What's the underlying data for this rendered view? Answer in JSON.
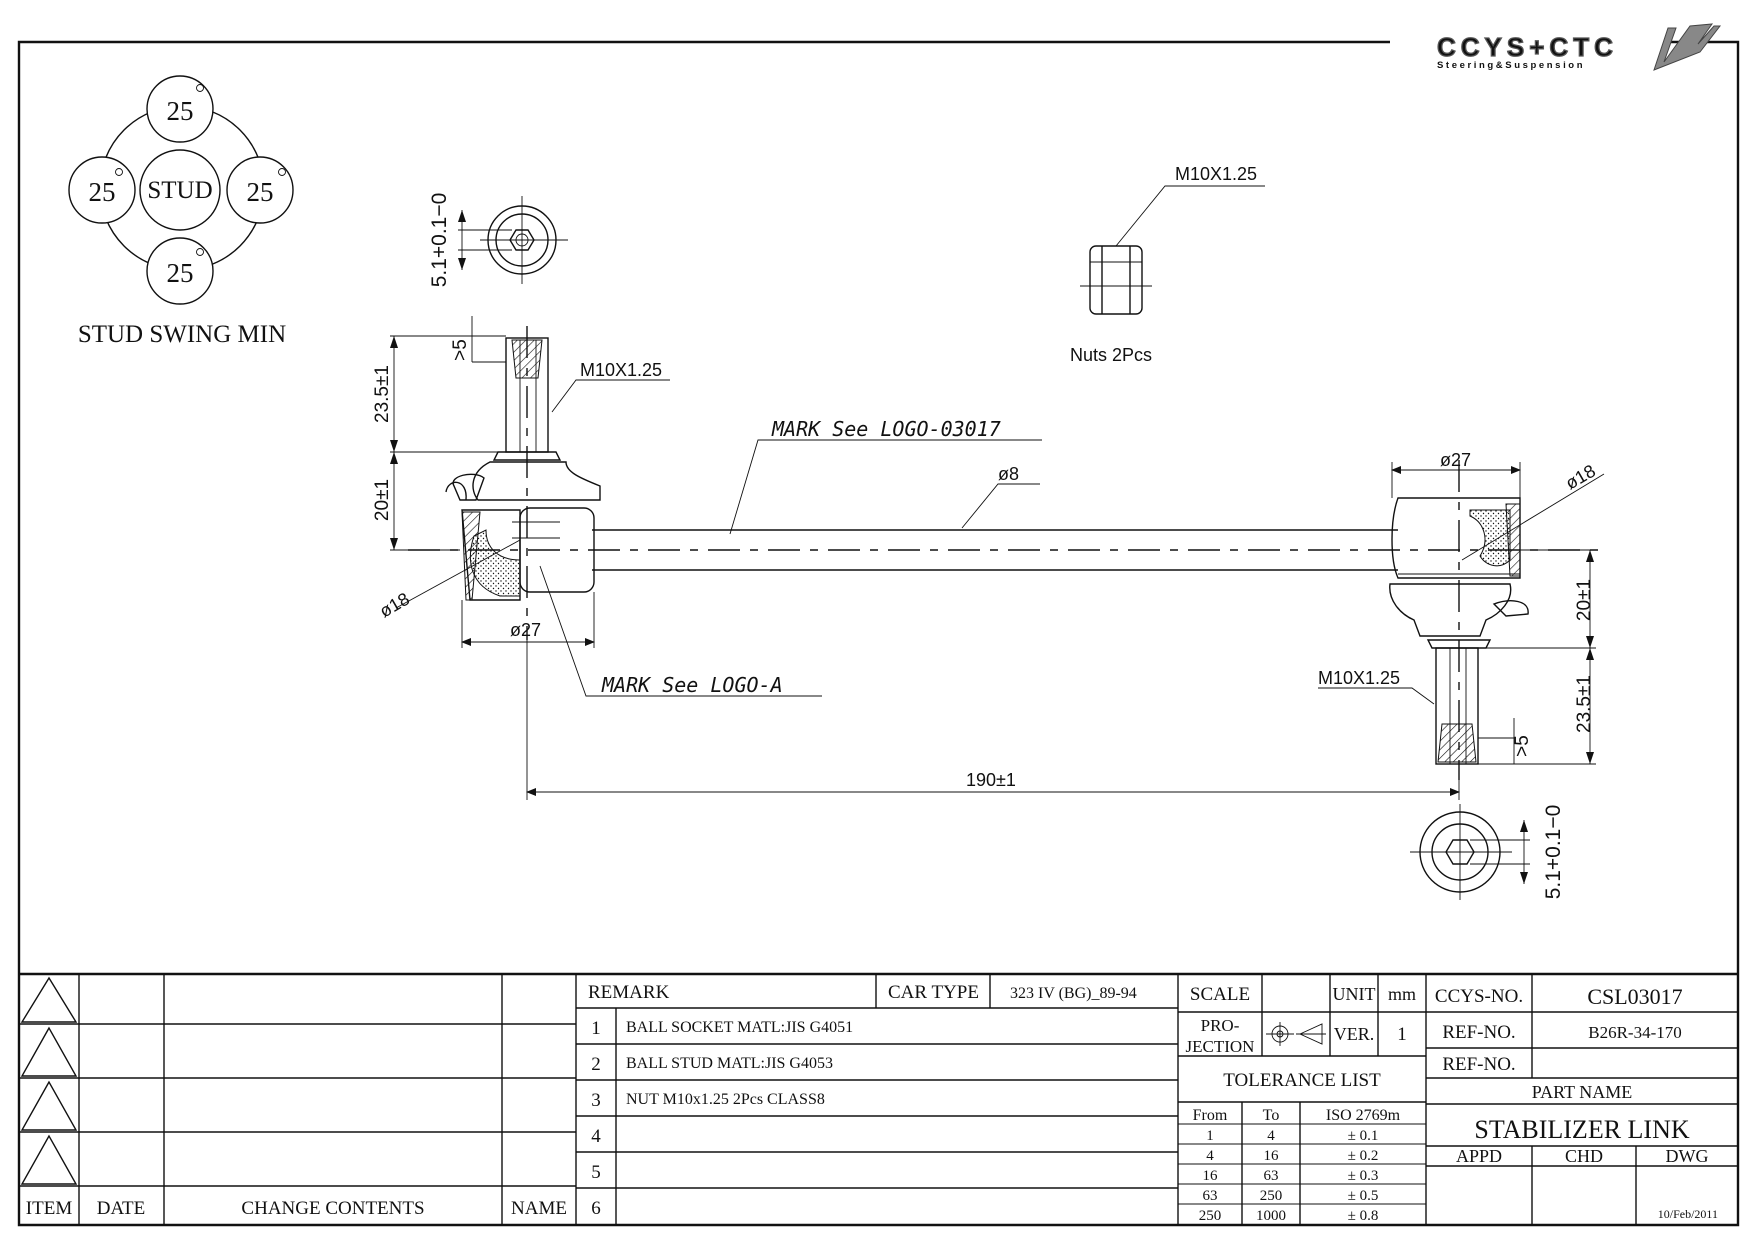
{
  "brand": {
    "name": "CCYS+CTC",
    "tagline": "Steering&Suspension"
  },
  "stud_swing": {
    "angles": [
      "25",
      "25",
      "25",
      "25"
    ],
    "center": "STUD",
    "caption": "STUD SWING MIN"
  },
  "labels": {
    "thread_top": "M10X1.25",
    "thread_bottom": "M10X1.25",
    "nut_thread": "M10X1.25",
    "nuts": "Nuts 2Pcs",
    "mark_logo_main": "MARK See LOGO-03017",
    "mark_logo_a": "MARK See LOGO-A",
    "rod_dia": "ø8",
    "socket_dia_left": "ø27",
    "socket_dia_right": "ø27",
    "ball_dia_left": "ø18",
    "ball_dia_right": "ø18",
    "stud_len_left": "23.5±1",
    "stud_len_right": "23.5±1",
    "height_left": "20±1",
    "height_right": "20±1",
    "thread_min_left": ">5",
    "thread_min_right": ">5",
    "hex_left": "5.1+0.1−0",
    "hex_right": "5.1+0.1−0",
    "overall_len": "190±1"
  },
  "title_block": {
    "change_headers": {
      "item": "ITEM",
      "date": "DATE",
      "contents": "CHANGE CONTENTS",
      "name": "NAME"
    },
    "remark_header": "REMARK",
    "car_type_label": "CAR TYPE",
    "car_type_value": "323 IV (BG)_89-94",
    "remarks": [
      {
        "no": "1",
        "text": "BALL SOCKET MATL:JIS G4051"
      },
      {
        "no": "2",
        "text": "BALL STUD MATL:JIS G4053"
      },
      {
        "no": "3",
        "text": "NUT M10x1.25 2Pcs CLASS8"
      },
      {
        "no": "4",
        "text": ""
      },
      {
        "no": "5",
        "text": ""
      },
      {
        "no": "6",
        "text": ""
      }
    ],
    "scale_label": "SCALE",
    "unit_label": "UNIT",
    "unit_value": "mm",
    "projection_label_1": "PRO-",
    "projection_label_2": "JECTION",
    "ver_label": "VER.",
    "ver_value": "1",
    "tolerance_title": "TOLERANCE LIST",
    "tolerance_headers": {
      "from": "From",
      "to": "To",
      "std": "ISO 2769m"
    },
    "tolerance_rows": [
      {
        "from": "1",
        "to": "4",
        "tol": "± 0.1"
      },
      {
        "from": "4",
        "to": "16",
        "tol": "± 0.2"
      },
      {
        "from": "16",
        "to": "63",
        "tol": "± 0.3"
      },
      {
        "from": "63",
        "to": "250",
        "tol": "± 0.5"
      },
      {
        "from": "250",
        "to": "1000",
        "tol": "± 0.8"
      }
    ],
    "ccys_no_label": "CCYS-NO.",
    "ccys_no_value": "CSL03017",
    "ref_no_label": "REF-NO.",
    "ref_no_value": "B26R-34-170",
    "ref_no2_label": "REF-NO.",
    "ref_no2_value": "",
    "part_name_label": "PART NAME",
    "part_name_value": "STABILIZER LINK",
    "appd_label": "APPD",
    "chd_label": "CHD",
    "dwg_label": "DWG",
    "date": "10/Feb/2011"
  }
}
